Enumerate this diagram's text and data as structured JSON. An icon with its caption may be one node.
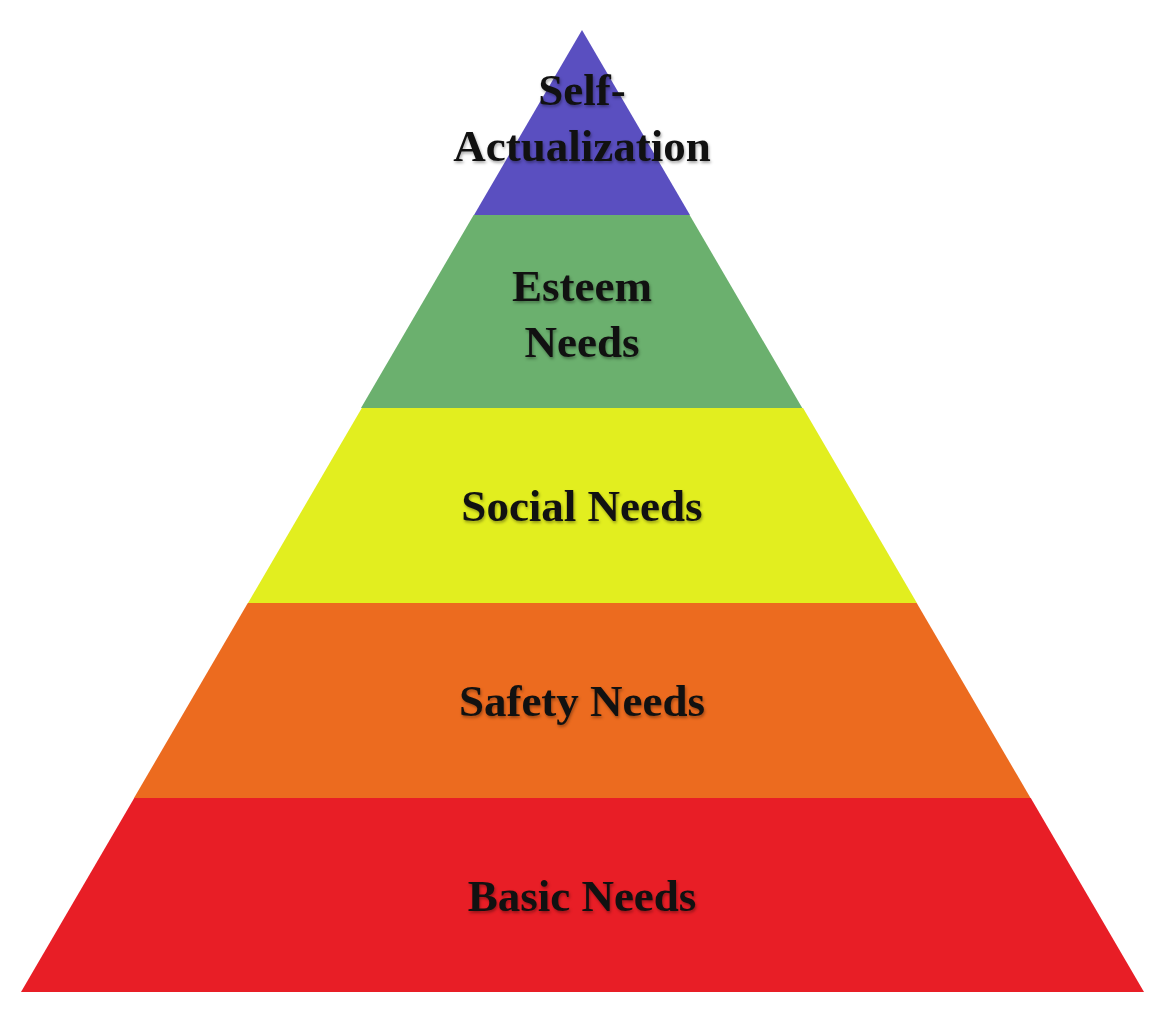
{
  "diagram": {
    "nodes": [
      {
        "text": [
          "Self- Actualization"
        ]
      },
      {
        "text": [
          "Esteem Needs"
        ]
      },
      {
        "text": [
          "Social Needs"
        ]
      },
      {
        "text": [
          "Safety Needs"
        ]
      },
      {
        "text": [
          "Basic Needs"
        ]
      }
    ]
  }
}
